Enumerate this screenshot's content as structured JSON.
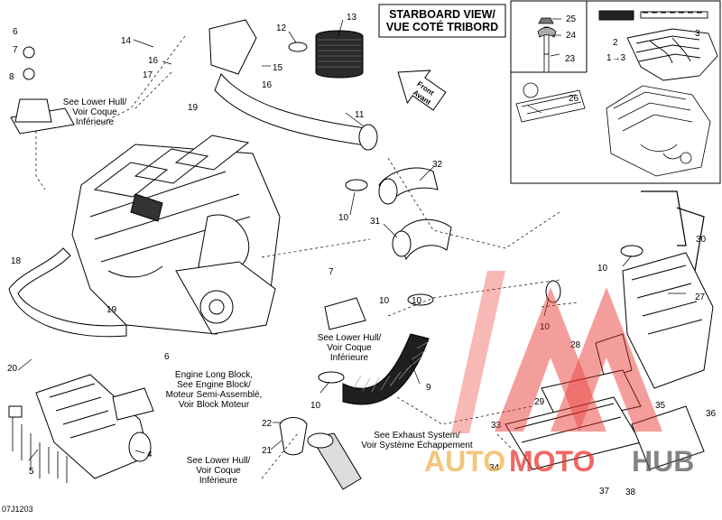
{
  "figure_code": "07J1203",
  "starboard_view": {
    "line1": "STARBOARD VIEW/",
    "line2": "VUE COTÉ TRIBORD"
  },
  "front_arrow": {
    "line1": "Front",
    "line2": "Avant"
  },
  "notes": {
    "lower_hull_1": [
      "See Lower Hull/",
      "Voir Coque",
      "Inférieure"
    ],
    "lower_hull_2": [
      "See Lower Hull/",
      "Voir Coque",
      "Inférieure"
    ],
    "lower_hull_3": [
      "See Lower Hull/",
      "Voir Coque",
      "Inférieure"
    ],
    "engine_block": [
      "Engine Long Block,",
      "See Engine Block/",
      "Moteur Semi-Assemblé,",
      "Voir Block Moteur"
    ],
    "exhaust": [
      "See Exhaust System/",
      "Voir Système Échappement"
    ]
  },
  "part_numbers": [
    "1→3",
    "2",
    "3",
    "4",
    "5",
    "6",
    "6",
    "7",
    "7",
    "8",
    "9",
    "10",
    "10",
    "10",
    "10",
    "10",
    "10",
    "11",
    "12",
    "13",
    "14",
    "15",
    "16",
    "16",
    "17",
    "18",
    "19",
    "19",
    "20",
    "21",
    "22",
    "23",
    "24",
    "25",
    "26",
    "27",
    "28",
    "29",
    "30",
    "31",
    "32",
    "33",
    "34",
    "35",
    "36",
    "37",
    "38"
  ],
  "watermark": {
    "part1": "AUTO",
    "part2": "MOTO",
    "part3": "HUB"
  }
}
